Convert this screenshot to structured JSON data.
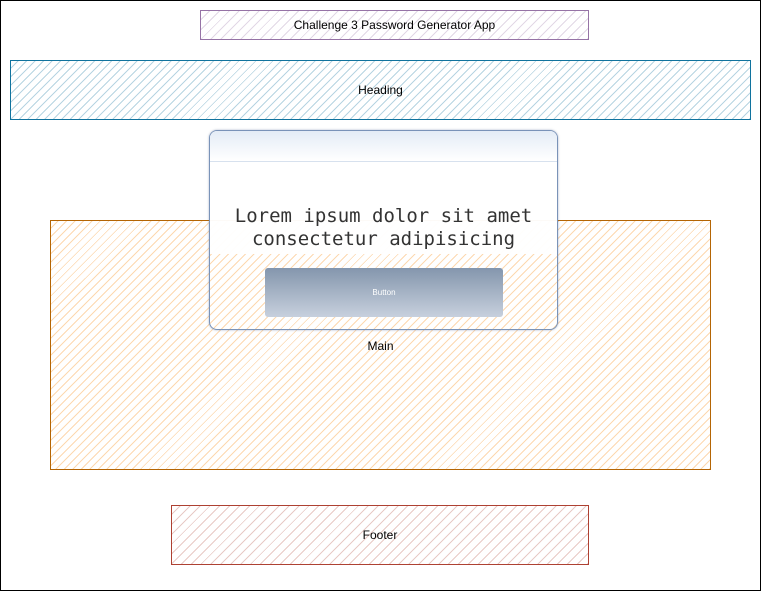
{
  "title_box": {
    "label": "Challenge 3 Password Generator App"
  },
  "heading_box": {
    "label": "Heading"
  },
  "main_box": {
    "label": "Main"
  },
  "footer_box": {
    "label": "Footer"
  },
  "card": {
    "text_line1": "Lorem ipsum dolor sit amet",
    "text_line2": "consectetur adipisicing",
    "button_label": "Button"
  },
  "colors": {
    "title_stroke": "#9673a6",
    "heading_stroke": "#10739e",
    "main_stroke": "#b46504",
    "main_fill": "#faaa50",
    "footer_stroke": "#ae4132",
    "card_stroke": "#7a93b8"
  }
}
